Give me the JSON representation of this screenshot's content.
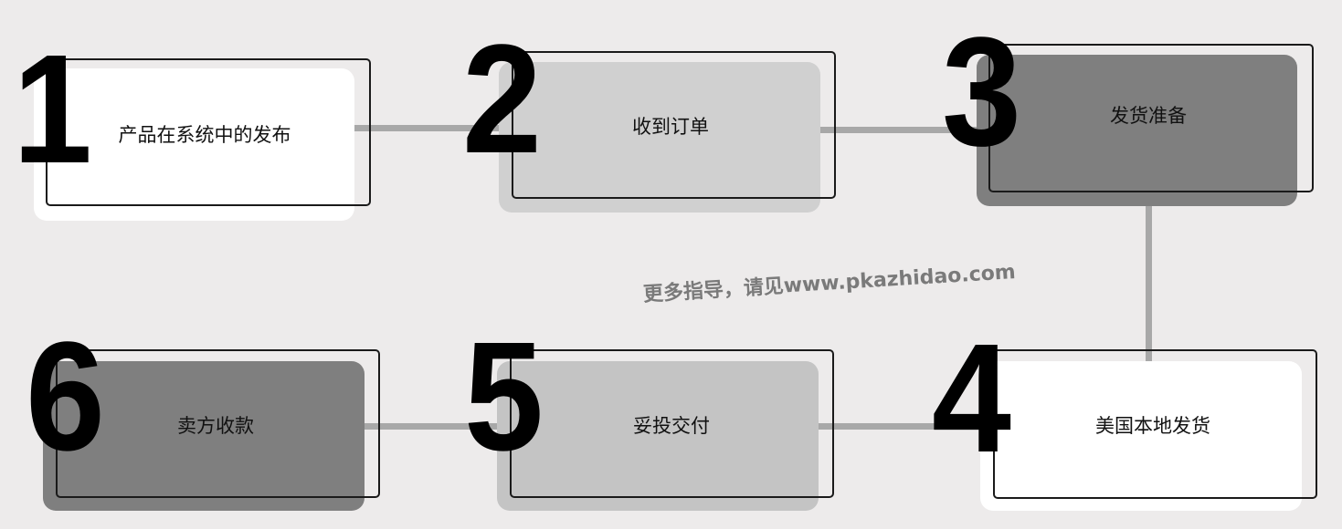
{
  "steps": [
    {
      "number": "1",
      "label": "产品在系统中的发布",
      "fill": "#ffffff"
    },
    {
      "number": "2",
      "label": "收到订单",
      "fill": "#d0d0d0"
    },
    {
      "number": "3",
      "label": "发货准备",
      "fill": "#7f7f7f"
    },
    {
      "number": "4",
      "label": "美国本地发货",
      "fill": "#ffffff"
    },
    {
      "number": "5",
      "label": "妥投交付",
      "fill": "#c4c4c4"
    },
    {
      "number": "6",
      "label": "卖方收款",
      "fill": "#7f7f7f"
    }
  ],
  "watermark": "更多指导，请见www.pkazhidao.com"
}
